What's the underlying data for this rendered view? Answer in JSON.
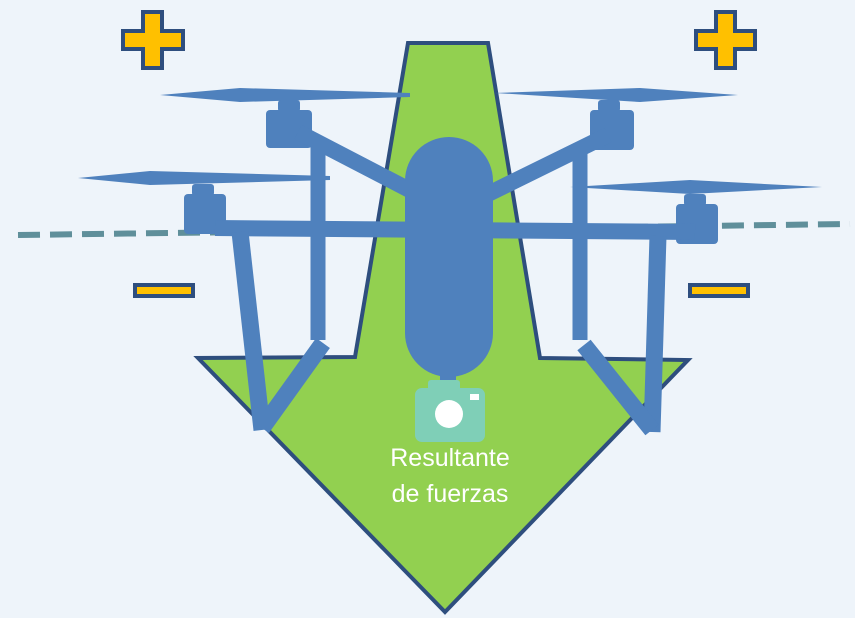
{
  "label": {
    "line1": "Resultante",
    "line2": "de fuerzas"
  },
  "symbols": {
    "plus": "plus-sign",
    "minus": "minus-sign"
  },
  "icons": {
    "camera": "camera-icon"
  },
  "colors": {
    "background": "#eef4fa",
    "arrow_fill": "#92d050",
    "arrow_stroke": "#2e4e7e",
    "drone": "#4f81bd",
    "sign_fill": "#ffc000",
    "sign_stroke": "#2e4e7e",
    "horizon_line": "#5f8f9a",
    "camera": "#7fcfb7"
  }
}
